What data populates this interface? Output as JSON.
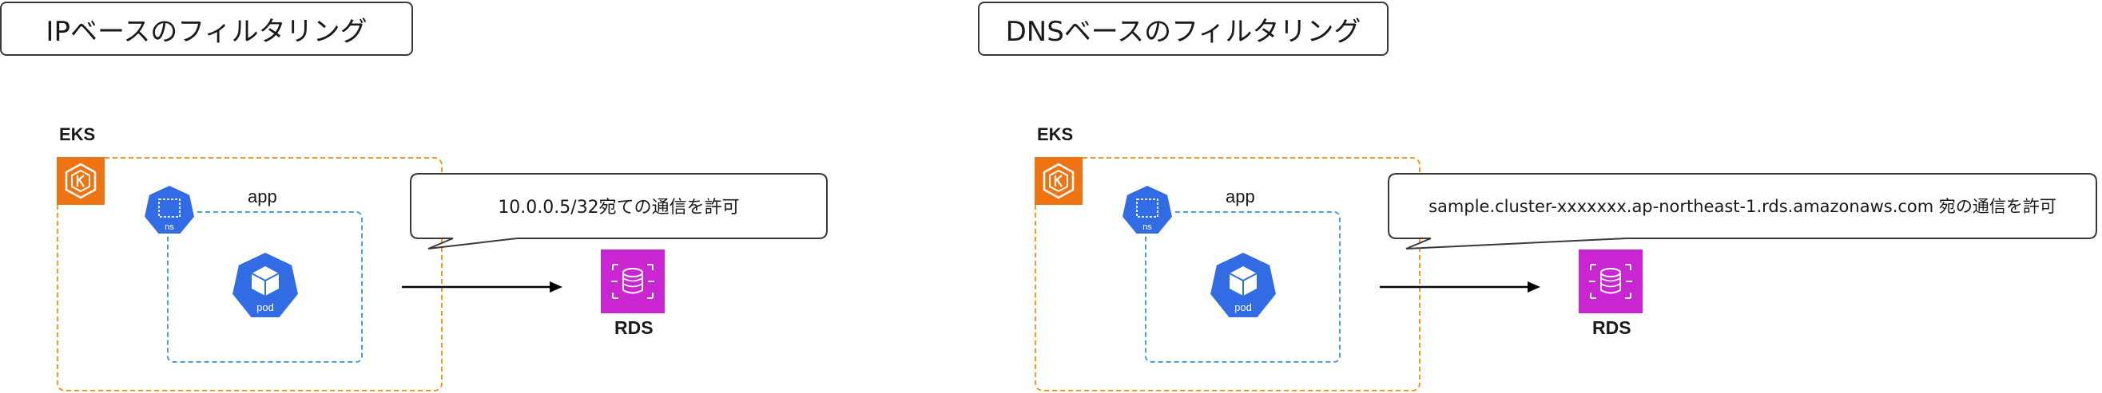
{
  "left_panel": {
    "title": "IPベースのフィルタリング",
    "eks_label": "EKS",
    "app_label": "app",
    "ns_label": "ns",
    "pod_label": "pod",
    "callout_text": "10.0.0.5/32宛ての通信を許可",
    "rds_label": "RDS"
  },
  "right_panel": {
    "title": "DNSベースのフィルタリング",
    "eks_label": "EKS",
    "app_label": "app",
    "ns_label": "ns",
    "pod_label": "pod",
    "callout_text": "sample.cluster-xxxxxxx.ap-northeast-1.rds.amazonaws.com 宛の通信を許可",
    "rds_label": "RDS"
  },
  "colors": {
    "eks_border": "#f29a1f",
    "eks_icon": "#ee7413",
    "ns_border": "#4a9de0",
    "k8s_blue": "#326ce5",
    "rds_icon": "#c925d1"
  }
}
